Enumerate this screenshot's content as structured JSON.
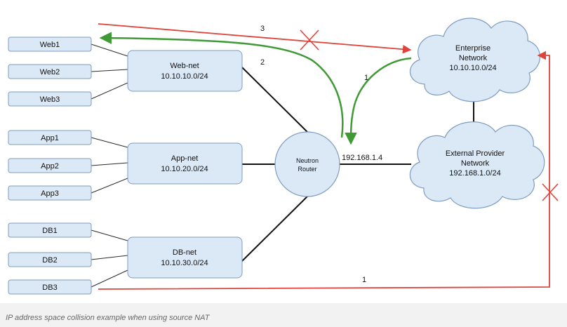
{
  "colors": {
    "page_bg": "#f2f2f2",
    "panel_bg": "#ffffff",
    "node_fill": "#dbe8f6",
    "node_stroke": "#7e9cbf",
    "link": "#2b2b2b",
    "green_path": "#3f9a35",
    "red_path": "#e0433b"
  },
  "hosts": {
    "web1": "Web1",
    "web2": "Web2",
    "web3": "Web3",
    "app1": "App1",
    "app2": "App2",
    "app3": "App3",
    "db1": "DB1",
    "db2": "DB2",
    "db3": "DB3"
  },
  "networks": {
    "web_net": {
      "name": "Web-net",
      "cidr": "10.10.10.0/24"
    },
    "app_net": {
      "name": "App-net",
      "cidr": "10.10.20.0/24"
    },
    "db_net": {
      "name": "DB-net",
      "cidr": "10.10.30.0/24"
    }
  },
  "router": {
    "line1": "Neutron",
    "line2": "Router",
    "ip": "192.168.1.4"
  },
  "clouds": {
    "enterprise": {
      "line1": "Enterprise",
      "line2": "Network",
      "line3": "10.10.10.0/24"
    },
    "provider": {
      "line1": "External Provider",
      "line2": "Network",
      "line3": "192.168.1.0/24"
    }
  },
  "paths": {
    "green_to_enterprise": "1",
    "green_to_web1": "2",
    "red_top": "3",
    "red_db3": "1"
  },
  "caption": "IP address space collision example when using source NAT"
}
